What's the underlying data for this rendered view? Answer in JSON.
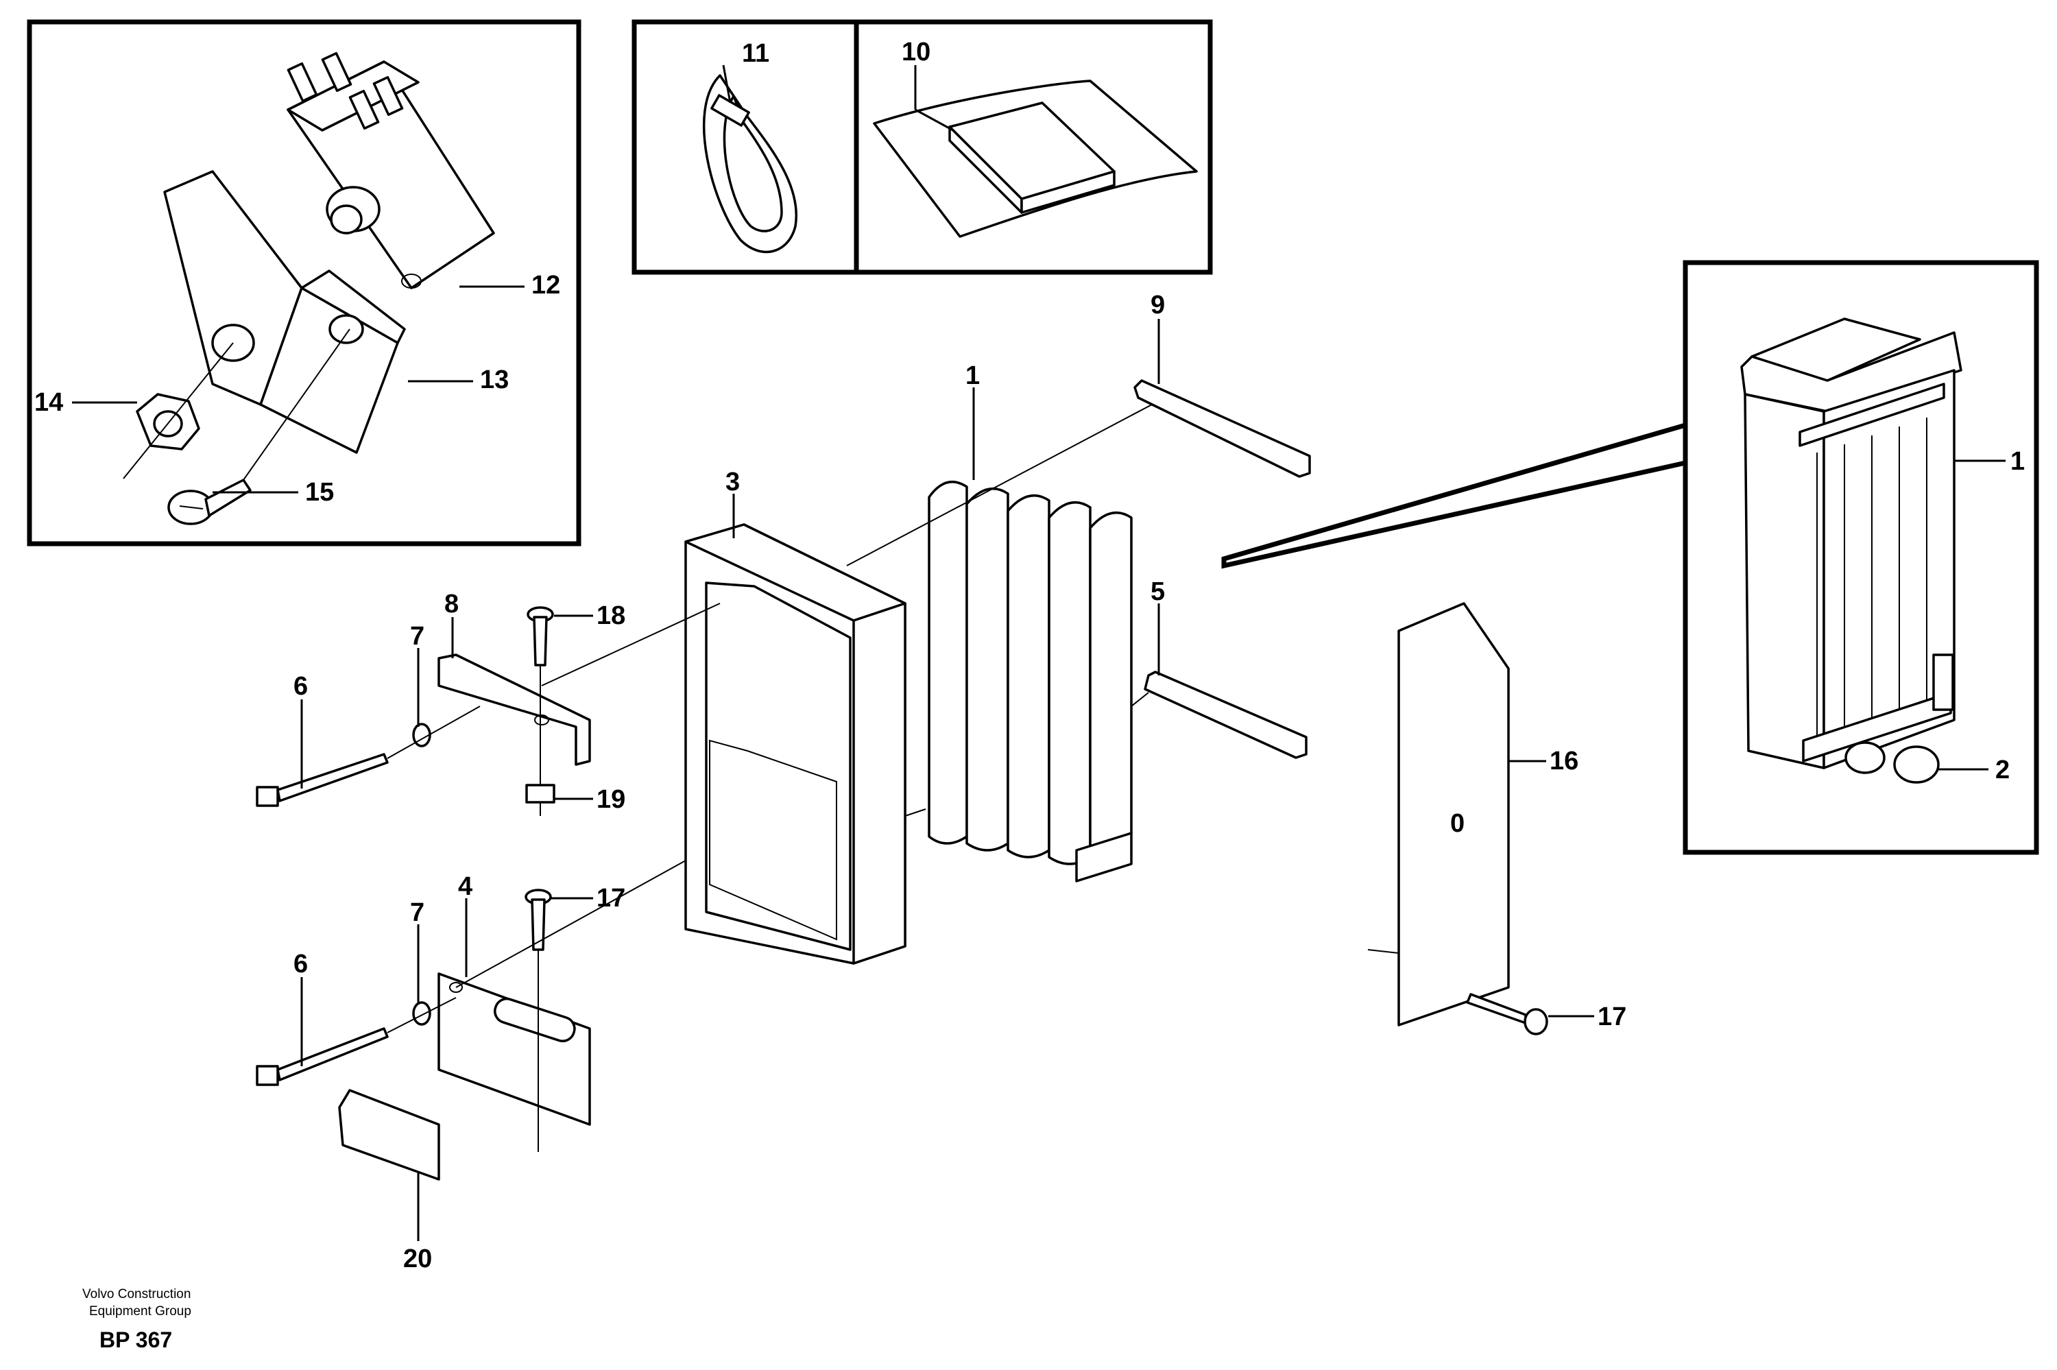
{
  "part_labels": {
    "p1": "1",
    "p1b": "1",
    "p2": "2",
    "p3": "3",
    "p4": "4",
    "p5": "5",
    "p6a": "6",
    "p6b": "6",
    "p7a": "7",
    "p7b": "7",
    "p8": "8",
    "p9": "9",
    "p10": "10",
    "p11": "11",
    "p12": "12",
    "p13": "13",
    "p14": "14",
    "p15": "15",
    "p16": "16",
    "p17a": "17",
    "p17b": "17",
    "p18": "18",
    "p19": "19",
    "p20": "20"
  },
  "footer": {
    "credit_line1": "Volvo Construction",
    "credit_line2": "Equipment Group",
    "sheet_id": "BP 367"
  }
}
